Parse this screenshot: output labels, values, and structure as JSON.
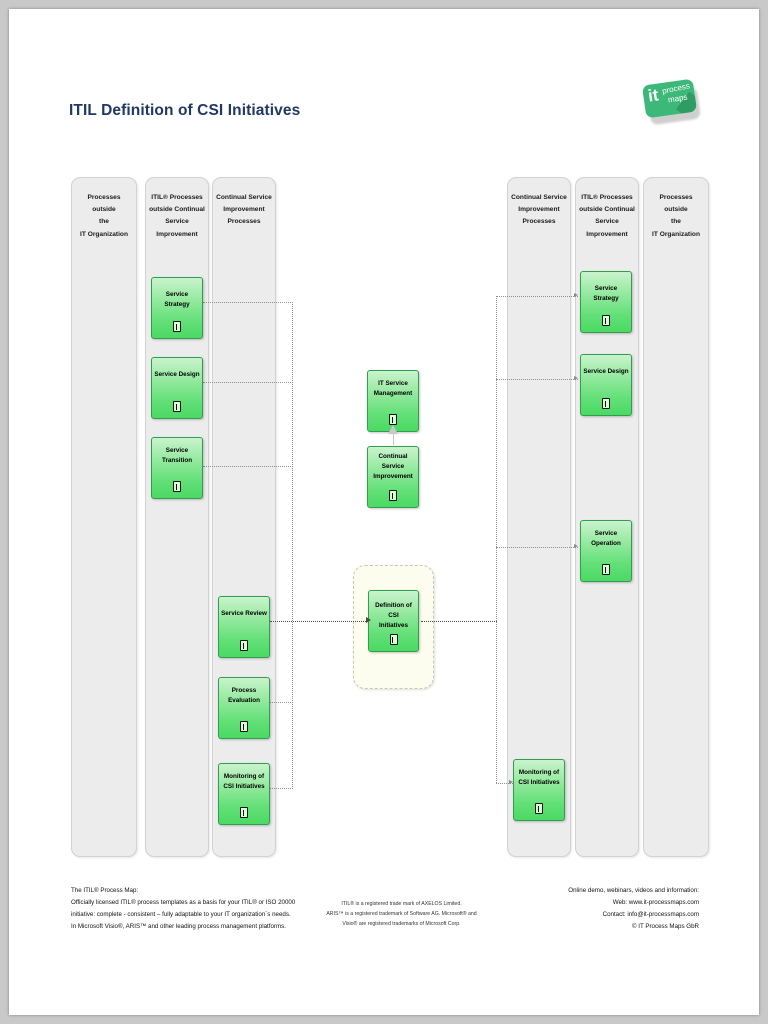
{
  "page": {
    "title": "ITIL Definition of CSI Initiatives",
    "logo": {
      "it": "it",
      "process": "process",
      "maps": "maps"
    }
  },
  "lanes": [
    {
      "id": "left-outside-it",
      "title": "Processes outside\nthe\nIT Organization"
    },
    {
      "id": "left-itil-outside",
      "title": "ITIL® Processes\noutside  Continual\nService\nImprovement"
    },
    {
      "id": "left-csi",
      "title": "Continual Service\nImprovement\nProcesses"
    },
    {
      "id": "right-csi",
      "title": "Continual Service\nImprovement\nProcesses"
    },
    {
      "id": "right-itil-outside",
      "title": "ITIL® Processes\noutside  Continual\nService\nImprovement"
    },
    {
      "id": "right-outside-it",
      "title": "Processes outside\nthe\nIT Organization"
    }
  ],
  "nodes": {
    "left_service_strategy": {
      "label": "Service Strategy"
    },
    "left_service_design": {
      "label": "Service Design"
    },
    "left_service_transition": {
      "label": "Service\nTransition"
    },
    "left_service_review": {
      "label": "Service Review"
    },
    "left_process_evaluation": {
      "label": "Process\nEvaluation"
    },
    "left_monitoring_csi": {
      "label": "Monitoring of\nCSI Initiatives"
    },
    "it_service_management": {
      "label": "IT Service\nManagement"
    },
    "continual_service_improvement": {
      "label": "Continual\nService\nImprovement"
    },
    "definition_of_csi_initiatives": {
      "label": "Definition of CSI\nInitiatives"
    },
    "right_service_strategy": {
      "label": "Service Strategy"
    },
    "right_service_design": {
      "label": "Service Design"
    },
    "right_service_operation": {
      "label": "Service\nOperation"
    },
    "right_monitoring_csi": {
      "label": "Monitoring of\nCSI Initiatives"
    }
  },
  "footer": {
    "left": "The ITIL® Process Map:\nOfficially licensed ITIL® process templates as a basis for your ITIL® or ISO 20000\ninitiative: complete - consistent – fully adaptable to your IT organization´s needs.\nIn Microsoft Visio®, ARIS™ and other leading process management platforms.",
    "center": "ITIL® is a registered trade mark of AXELOS Limited.\nARIS™ is a  registered trademark of Software AG. Microsoft® and\nVisio® are registered trademarks of Microsoft Corp.",
    "right": "Online demo, webinars, videos and information:\nWeb: www.it-processmaps.com\nContact: info@it-processmaps.com\n© IT Process Maps GbR"
  },
  "colors": {
    "title": "#1f3864",
    "lane_fill": "#ececec",
    "node_green": "#4bd963",
    "node_border": "#2f9e4f",
    "focus_fill": "#fcfdee",
    "brand_green": "#3cb878"
  }
}
